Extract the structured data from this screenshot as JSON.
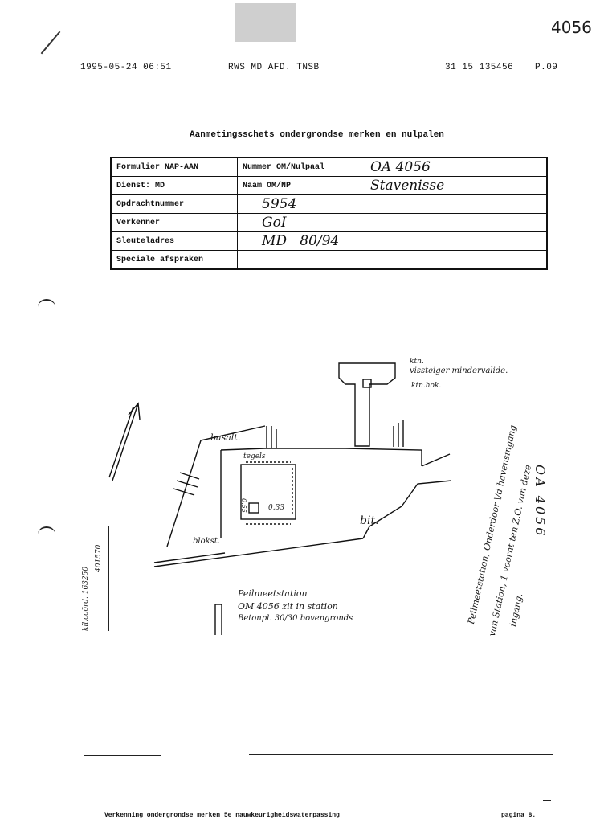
{
  "doc_number": "4056",
  "fax_header": {
    "datetime": "1995-05-24  06:51",
    "sender": "RWS MD AFD. TNSB",
    "phone": "31 15 135456",
    "page": "P.09"
  },
  "title": "Aanmetingsschets ondergrondse merken en nulpalen",
  "form": {
    "rows": [
      {
        "label": "Formulier NAP-AAN",
        "mid_label": "Nummer OM/Nulpaal",
        "value": "OA 4056"
      },
      {
        "label": "Dienst: MD",
        "mid_label": "Naam OM/NP",
        "value": "Stavenisse"
      },
      {
        "label": "Opdrachtnummer",
        "value": "5954"
      },
      {
        "label": "Verkenner",
        "value": "GoI"
      },
      {
        "label": "Sleuteladres",
        "value": "MD   80/94"
      },
      {
        "label": "Speciale afspraken",
        "value": ""
      }
    ]
  },
  "sketch": {
    "labels": {
      "ktn": "ktn.",
      "vissteiger": "vissteiger mindervalide.",
      "ktnhok": "ktn.hok.",
      "basalt": "basalt.",
      "tegels": "tegels",
      "bit": "bit.",
      "blokst": "blokst.",
      "mark_055": "0.55",
      "mark_033": "0.33",
      "peilmeet1": "Peilmeetstation",
      "peilmeet2": "OM 4056 zit in station",
      "peilmeet3": "Betonpl. 30/30 bovengronds",
      "right_note1": "Peilmeetstation, Onderdoor \\/d havensingang",
      "right_note2": "van Station, 1 voornt ten Z.O. van deze",
      "right_note3": "ingang.",
      "oa_side": "OA 4056",
      "left_coord": "kil.coörd. 163250",
      "left_coord2": "401570"
    }
  },
  "footer": {
    "left": "Verkenning ondergrondse merken 5e nauwkeurigheidswaterpassing",
    "right": "pagina 8."
  }
}
